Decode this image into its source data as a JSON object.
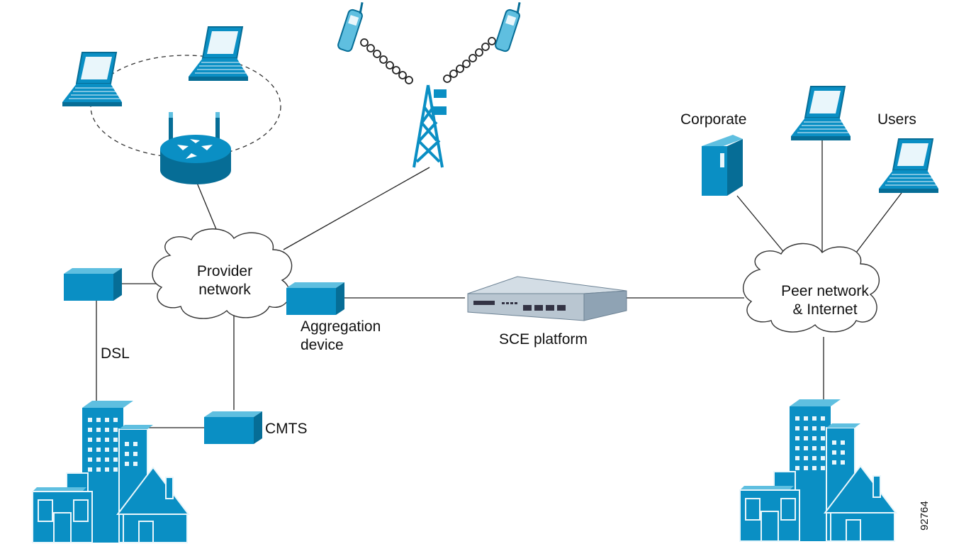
{
  "labels": {
    "provider_network": [
      "Provider",
      "network"
    ],
    "peer_network": [
      "Peer network",
      "& Internet"
    ],
    "aggregation_device": [
      "Aggregation",
      "device"
    ],
    "sce_platform": "SCE platform",
    "dsl": "DSL",
    "cmts": "CMTS",
    "corporate": "Corporate",
    "users": "Users",
    "figure_number": "92764"
  },
  "colors": {
    "device_fill": "#0a8fc4",
    "device_dark": "#066d96",
    "device_light": "#5fbfe0",
    "line": "#222222",
    "platform_fill": "#b9c6d1"
  }
}
